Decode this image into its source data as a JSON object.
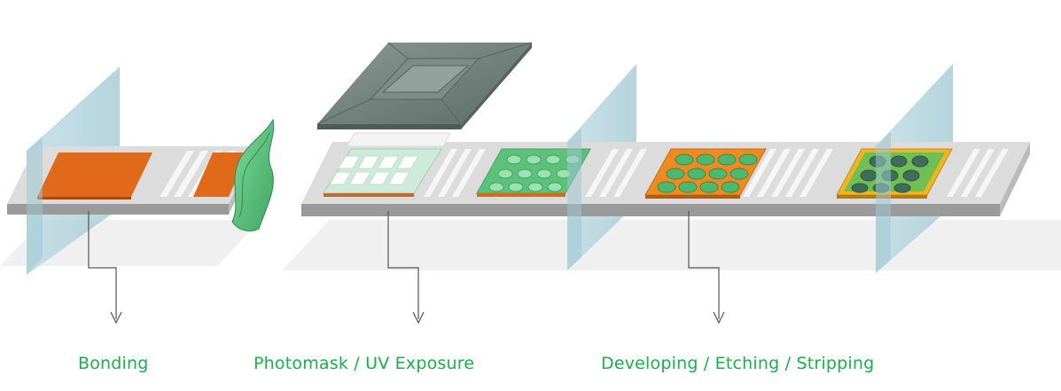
{
  "colors": {
    "label_green": "#19b14a",
    "conveyor_top": "#dcdcdc",
    "conveyor_side": "#9a9a9a",
    "slat": "#f6f6f6",
    "glass_panel": "#a9cdd8",
    "copper": "#e06a1a",
    "dry_film": "#5cc27a",
    "photomask": "#6f7d78",
    "arrow": "#555555"
  },
  "stages": [
    {
      "id": "bonding",
      "label": "Bonding"
    },
    {
      "id": "exposure",
      "label": "Photomask / UV Exposure"
    },
    {
      "id": "developing",
      "label": "Developing / Etching / Stripping"
    }
  ]
}
